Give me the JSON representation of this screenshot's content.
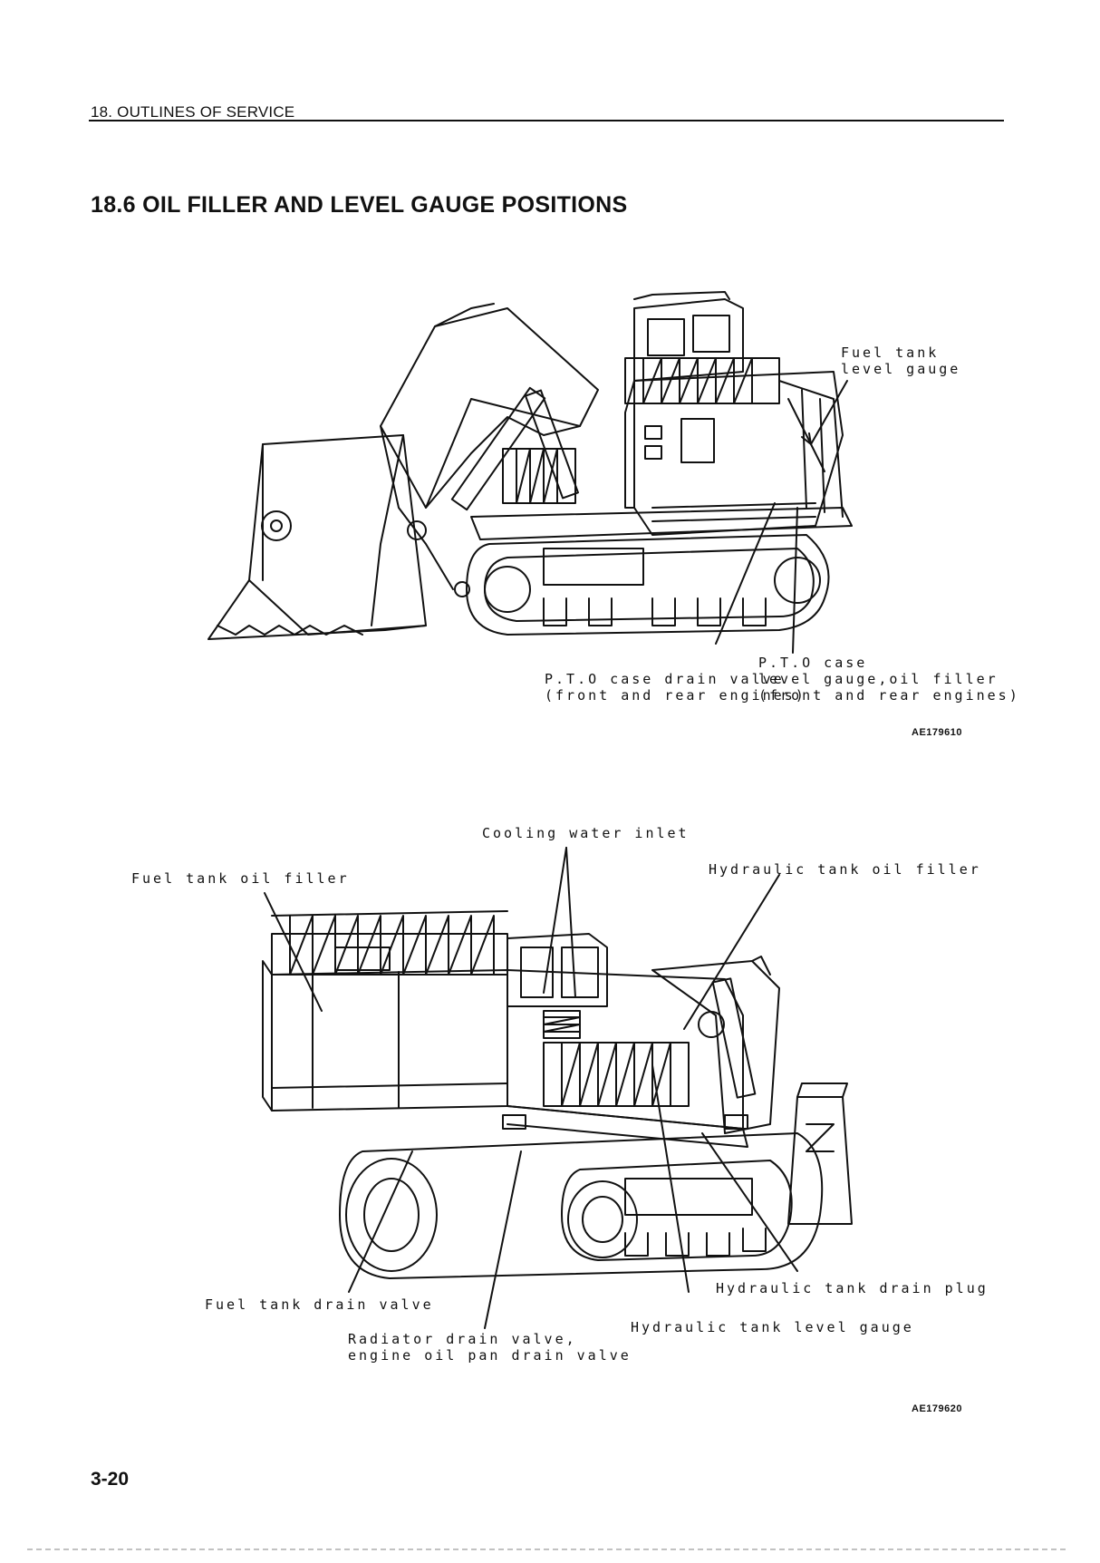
{
  "header": {
    "section": "18. OUTLINES OF SERVICE"
  },
  "title": "18.6 OIL FILLER AND LEVEL GAUGE POSITIONS",
  "figure1": {
    "labels": {
      "fuel_tank_level_gauge": "Fuel tank\nlevel gauge",
      "pto_drain": "P.T.O case drain valve\n(front and rear engines)",
      "pto_level": "P.T.O case\nlevel gauge,oil filler\n(front and rear engines)"
    },
    "code": "AE179610"
  },
  "figure2": {
    "labels": {
      "cooling_water_inlet": "Cooling water inlet",
      "fuel_tank_oil_filler": "Fuel tank oil filler",
      "hydraulic_tank_oil_filler": "Hydraulic tank oil filler",
      "hydraulic_tank_drain_plug": "Hydraulic tank drain plug",
      "fuel_tank_drain_valve": "Fuel tank drain valve",
      "hydraulic_tank_level_gauge": "Hydraulic tank level gauge",
      "radiator_drain": "Radiator drain valve,\nengine oil pan drain valve"
    },
    "code": "AE179620"
  },
  "page_number": "3-20"
}
